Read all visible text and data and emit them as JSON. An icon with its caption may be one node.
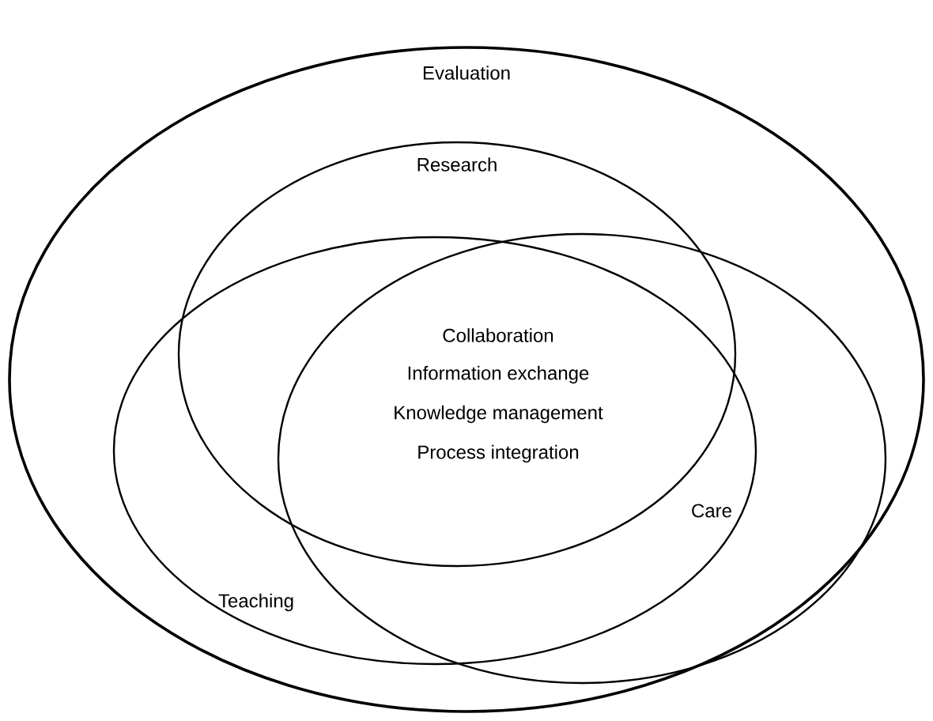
{
  "diagram": {
    "nodes": [
      {
        "text": [
          "Evaluation"
        ]
      },
      {
        "text": [
          "Research"
        ],
        "in": 0
      },
      {
        "text": [
          "Teaching"
        ],
        "in": 0
      },
      {
        "text": [
          "Care"
        ],
        "in": 0
      }
    ],
    "labels": [
      "Collaboration",
      "Information exchange",
      "Knowledge management",
      "Process integration"
    ]
  }
}
